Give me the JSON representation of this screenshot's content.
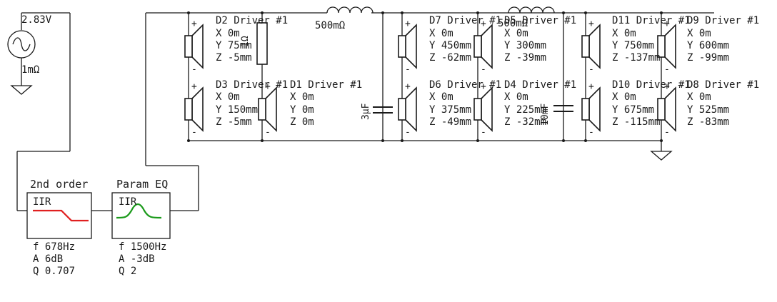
{
  "source": {
    "voltage": "2.83V",
    "resistance": "1mΩ"
  },
  "wire_colors": {
    "wire": "#1a1a1a",
    "lowpass_curve": "#e02020",
    "peq_curve": "#1a9a1a"
  },
  "components": {
    "inductor_top": "500mΩ",
    "inductor_mid": "500mΩ",
    "resistor": "1Ω",
    "capacitor_1": "3µF",
    "capacitor_2": "10mF"
  },
  "drivers": [
    {
      "name": "D2 Driver #1",
      "x": "X 0m",
      "y": "Y 75mm",
      "z": "Z -5mm"
    },
    {
      "name": "D3 Driver #1",
      "x": "X 0m",
      "y": "Y 150mm",
      "z": "Z -5mm"
    },
    {
      "name": "D1 Driver #1",
      "x": "X 0m",
      "y": "Y 0m",
      "z": "Z 0m"
    },
    {
      "name": "D7 Driver #1",
      "x": "X 0m",
      "y": "Y 450mm",
      "z": "Z -62mm"
    },
    {
      "name": "D5 Driver #1",
      "x": "X 0m",
      "y": "Y 300mm",
      "z": "Z -39mm"
    },
    {
      "name": "D6 Driver #1",
      "x": "X 0m",
      "y": "Y 375mm",
      "z": "Z -49mm"
    },
    {
      "name": "D4 Driver #1",
      "x": "X 0m",
      "y": "Y 225mm",
      "z": "Z -32mm"
    },
    {
      "name": "D11 Driver #1",
      "x": "X 0m",
      "y": "Y 750mm",
      "z": "Z -137mm"
    },
    {
      "name": "D9 Driver #1",
      "x": "X 0m",
      "y": "Y 600mm",
      "z": "Z -99mm"
    },
    {
      "name": "D10 Driver #1",
      "x": "X 0m",
      "y": "Y 675mm",
      "z": "Z -115mm"
    },
    {
      "name": "D8 Driver #1",
      "x": "X 0m",
      "y": "Y 525mm",
      "z": "Z -83mm"
    }
  ],
  "filters": [
    {
      "title": "2nd order",
      "type": "IIR",
      "f": "f 678Hz",
      "a": "A 6dB",
      "q": "Q 0.707"
    },
    {
      "title": "Param EQ",
      "type": "IIR",
      "f": "f 1500Hz",
      "a": "A -3dB",
      "q": "Q 2"
    }
  ]
}
